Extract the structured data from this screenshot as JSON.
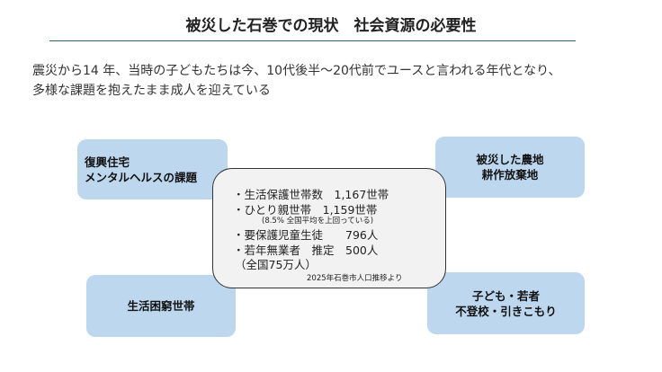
{
  "title": "被災した石巻での現状　社会資源の必要性",
  "intro": [
    "震災から14 年、当時の子どもたちは今、10代後半〜20代前でユースと言われる年代となり、",
    "多様な課題を抱えたまま成人を迎えている"
  ],
  "boxes": {
    "top_left": [
      "復興住宅",
      "メンタルヘルスの課題"
    ],
    "top_right": [
      "被災した農地",
      "耕作放棄地"
    ],
    "bottom_left": [
      "生活困窮世帯"
    ],
    "bottom_right": [
      "子ども・若者",
      "不登校・引きこもり"
    ]
  },
  "center": {
    "lines": [
      "・生活保護世帯数　1,167世帯",
      "・ひとり親世帯　1,159世帯",
      "(8.5% 全国平均を上回っている)",
      "・要保護児童生徒　　796人",
      "・若年無業者　推定　500人",
      "（全国75万人）"
    ],
    "source": "2025年石巻市人口推移より"
  }
}
